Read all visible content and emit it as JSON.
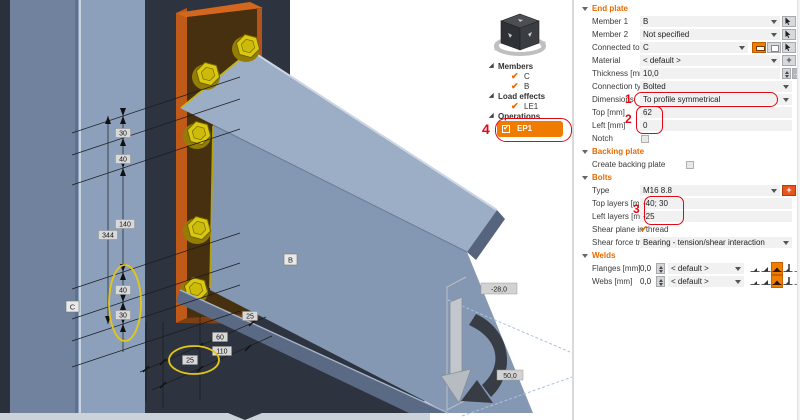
{
  "icons": {
    "collapse": "◢",
    "check": "✔",
    "plus": "+",
    "dots": "…"
  },
  "annotations": {
    "one": "1",
    "two": "2",
    "three": "3",
    "four": "4"
  },
  "viewport": {
    "labels": {
      "column": "C",
      "beam": "B"
    },
    "dimensions": {
      "vertical": [
        "30",
        "40",
        "140",
        "40",
        "30"
      ],
      "total": "344",
      "bottom": [
        "25",
        "60",
        "110",
        "25"
      ],
      "load": {
        "top": "-28,0",
        "bottom": "50,0"
      }
    }
  },
  "tree": {
    "groups": [
      {
        "label": "Members",
        "items": [
          "C",
          "B"
        ]
      },
      {
        "label": "Load effects",
        "items": [
          "LE1"
        ]
      },
      {
        "label": "Operations",
        "items": [
          "EP1"
        ]
      }
    ]
  },
  "panel": {
    "end_plate": {
      "title": "End plate",
      "rows": [
        {
          "label": "Member 1",
          "value": "B"
        },
        {
          "label": "Member 2",
          "value": "Not specified"
        },
        {
          "label": "Connected to",
          "value": "C"
        },
        {
          "label": "Material",
          "value": "< default >"
        },
        {
          "label": "Thickness [mm]",
          "value": "10,0"
        },
        {
          "label": "Connection type",
          "value": "Bolted"
        },
        {
          "label": "Dimensions",
          "value": "To profile symmetrical"
        },
        {
          "label": "Top [mm]",
          "value": "62"
        },
        {
          "label": "Left [mm]",
          "value": "0"
        },
        {
          "label": "Notch",
          "value": ""
        }
      ]
    },
    "backing_plate": {
      "title": "Backing plate",
      "rows": [
        {
          "label": "Create backing plate"
        }
      ]
    },
    "bolts": {
      "title": "Bolts",
      "rows": [
        {
          "label": "Type",
          "value": "M16 8.8"
        },
        {
          "label": "Top layers [mm]",
          "value": "-40; 30"
        },
        {
          "label": "Left layers [mm]",
          "value": "-25"
        },
        {
          "label": "Shear plane in thread",
          "value": ""
        },
        {
          "label": "Shear force transfer",
          "value": "Bearing - tension/shear interaction"
        }
      ]
    },
    "welds": {
      "title": "Welds",
      "rows": [
        {
          "label": "Flanges [mm]",
          "value": "0,0",
          "select": "< default >"
        },
        {
          "label": "Webs [mm]",
          "value": "0,0",
          "select": "< default >"
        }
      ]
    }
  }
}
